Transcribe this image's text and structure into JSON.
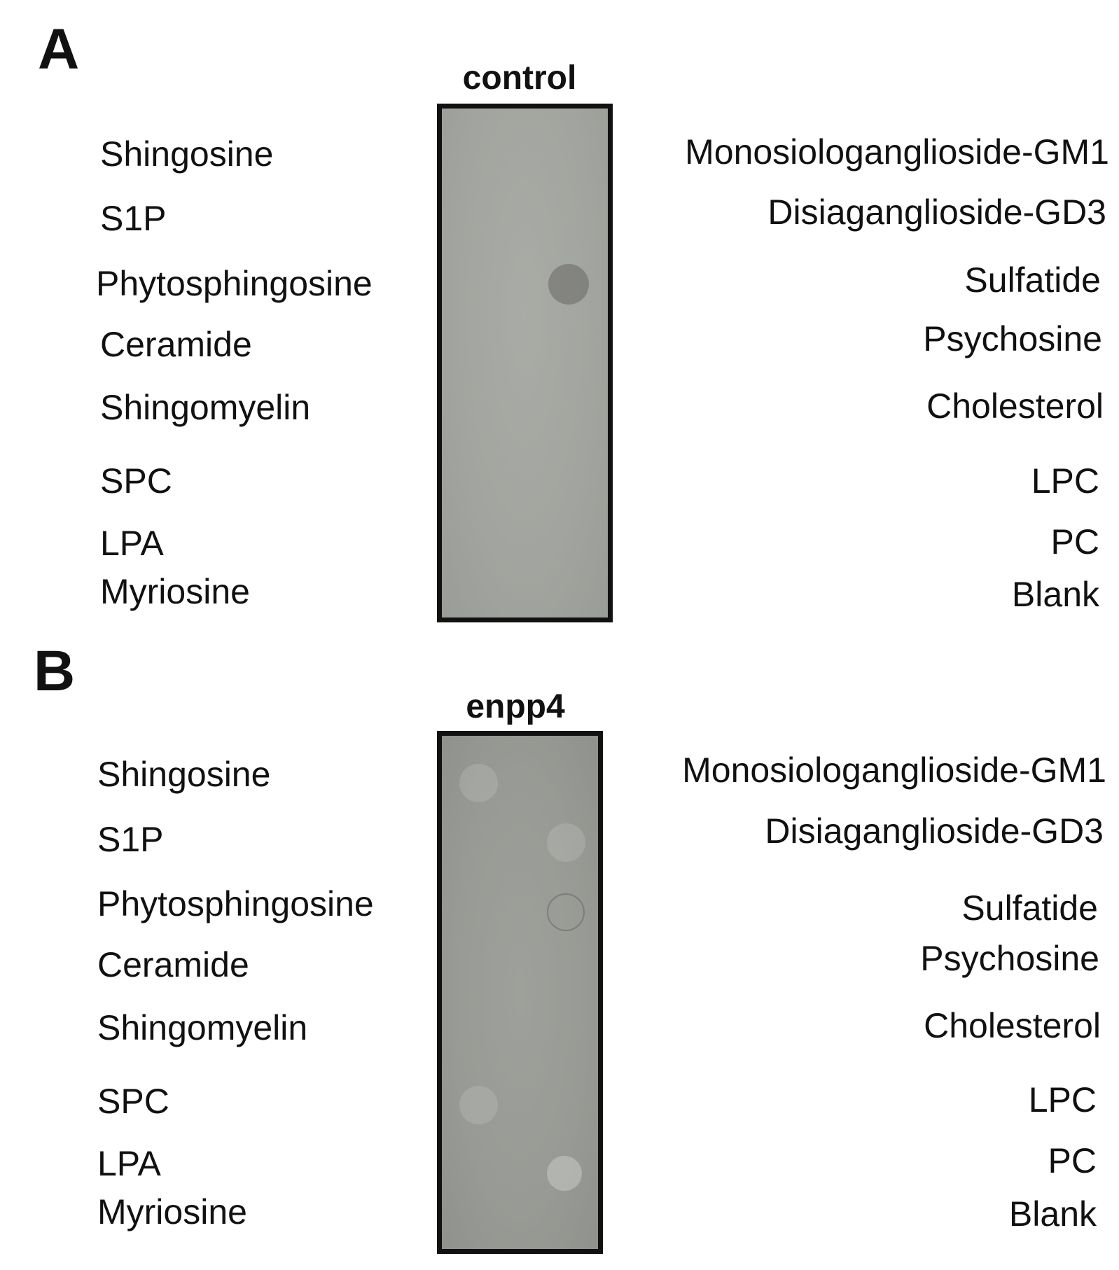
{
  "panels": [
    {
      "letter": "A",
      "title": "control",
      "left_labels": [
        "Shingosine",
        "S1P",
        "Phytosphingosine",
        "Ceramide",
        "Shingomyelin",
        "SPC",
        "LPA",
        "Myriosine"
      ],
      "right_labels": [
        "Monosiologanglioside-GM1",
        "Disiaganglioside-GD3",
        "Sulfatide",
        "Psychosine",
        "Cholesterol",
        "LPC",
        "PC",
        "Blank"
      ]
    },
    {
      "letter": "B",
      "title": "enpp4",
      "left_labels": [
        "Shingosine",
        "S1P",
        "Phytosphingosine",
        "Ceramide",
        "Shingomyelin",
        "SPC",
        "LPA",
        "Myriosine"
      ],
      "right_labels": [
        "Monosiologanglioside-GM1",
        "Disiaganglioside-GD3",
        "Sulfatide",
        "Psychosine",
        "Cholesterol",
        "LPC",
        "PC",
        "Blank"
      ]
    }
  ],
  "colors": {
    "membrane_control": "#a4a6a1",
    "membrane_enpp4": "#979994",
    "border": "#111111"
  }
}
